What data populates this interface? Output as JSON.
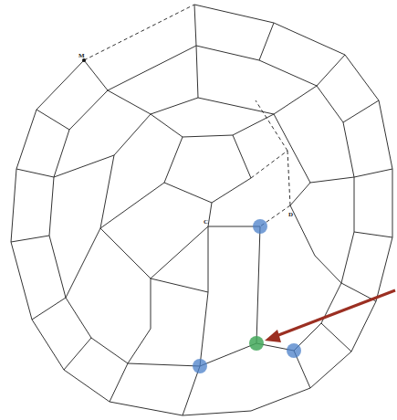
{
  "diagram": {
    "labels": [
      "M",
      "C",
      "D"
    ]
  }
}
